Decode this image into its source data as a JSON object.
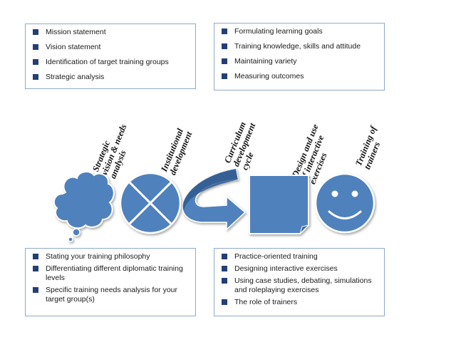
{
  "top_left_box": {
    "items": [
      "Mission statement",
      "Vision statement",
      "Identification of target training groups",
      "Strategic analysis"
    ]
  },
  "top_right_box": {
    "items": [
      "Formulating learning goals",
      "Training knowledge, skills and attitude",
      "Maintaining variety",
      "Measuring outcomes"
    ]
  },
  "bottom_left_box": {
    "items": [
      "Stating your training philosophy",
      "Differentiating different diplomatic training levels",
      "Specific training needs analysis for your target group(s)"
    ]
  },
  "bottom_right_box": {
    "items": [
      "Practice-oriented training",
      "Designing interactive exercises",
      "Using case studies, debating, simulations and roleplaying exercises",
      "The role of trainers"
    ]
  },
  "stages": [
    {
      "lines": [
        "Strategic",
        "vision & needs",
        "analysis"
      ]
    },
    {
      "lines": [
        "Institutional",
        "development"
      ]
    },
    {
      "lines": [
        "Curriculum",
        "development",
        "cycle"
      ]
    },
    {
      "lines": [
        "Design and use",
        "of interactive",
        "exercises"
      ]
    },
    {
      "lines": [
        "Training of",
        "trainers"
      ]
    }
  ],
  "colors": {
    "shape_fill": "#4f81bd",
    "shape_outline": "#ffffff",
    "arrow_dark": "#2f5a8f",
    "bullet": "#243f73",
    "box_border": "#8fa9c9"
  },
  "icons": [
    "thought-cloud-icon",
    "quartered-circle-icon",
    "curved-arrow-icon",
    "folded-page-icon",
    "smiley-face-icon"
  ]
}
